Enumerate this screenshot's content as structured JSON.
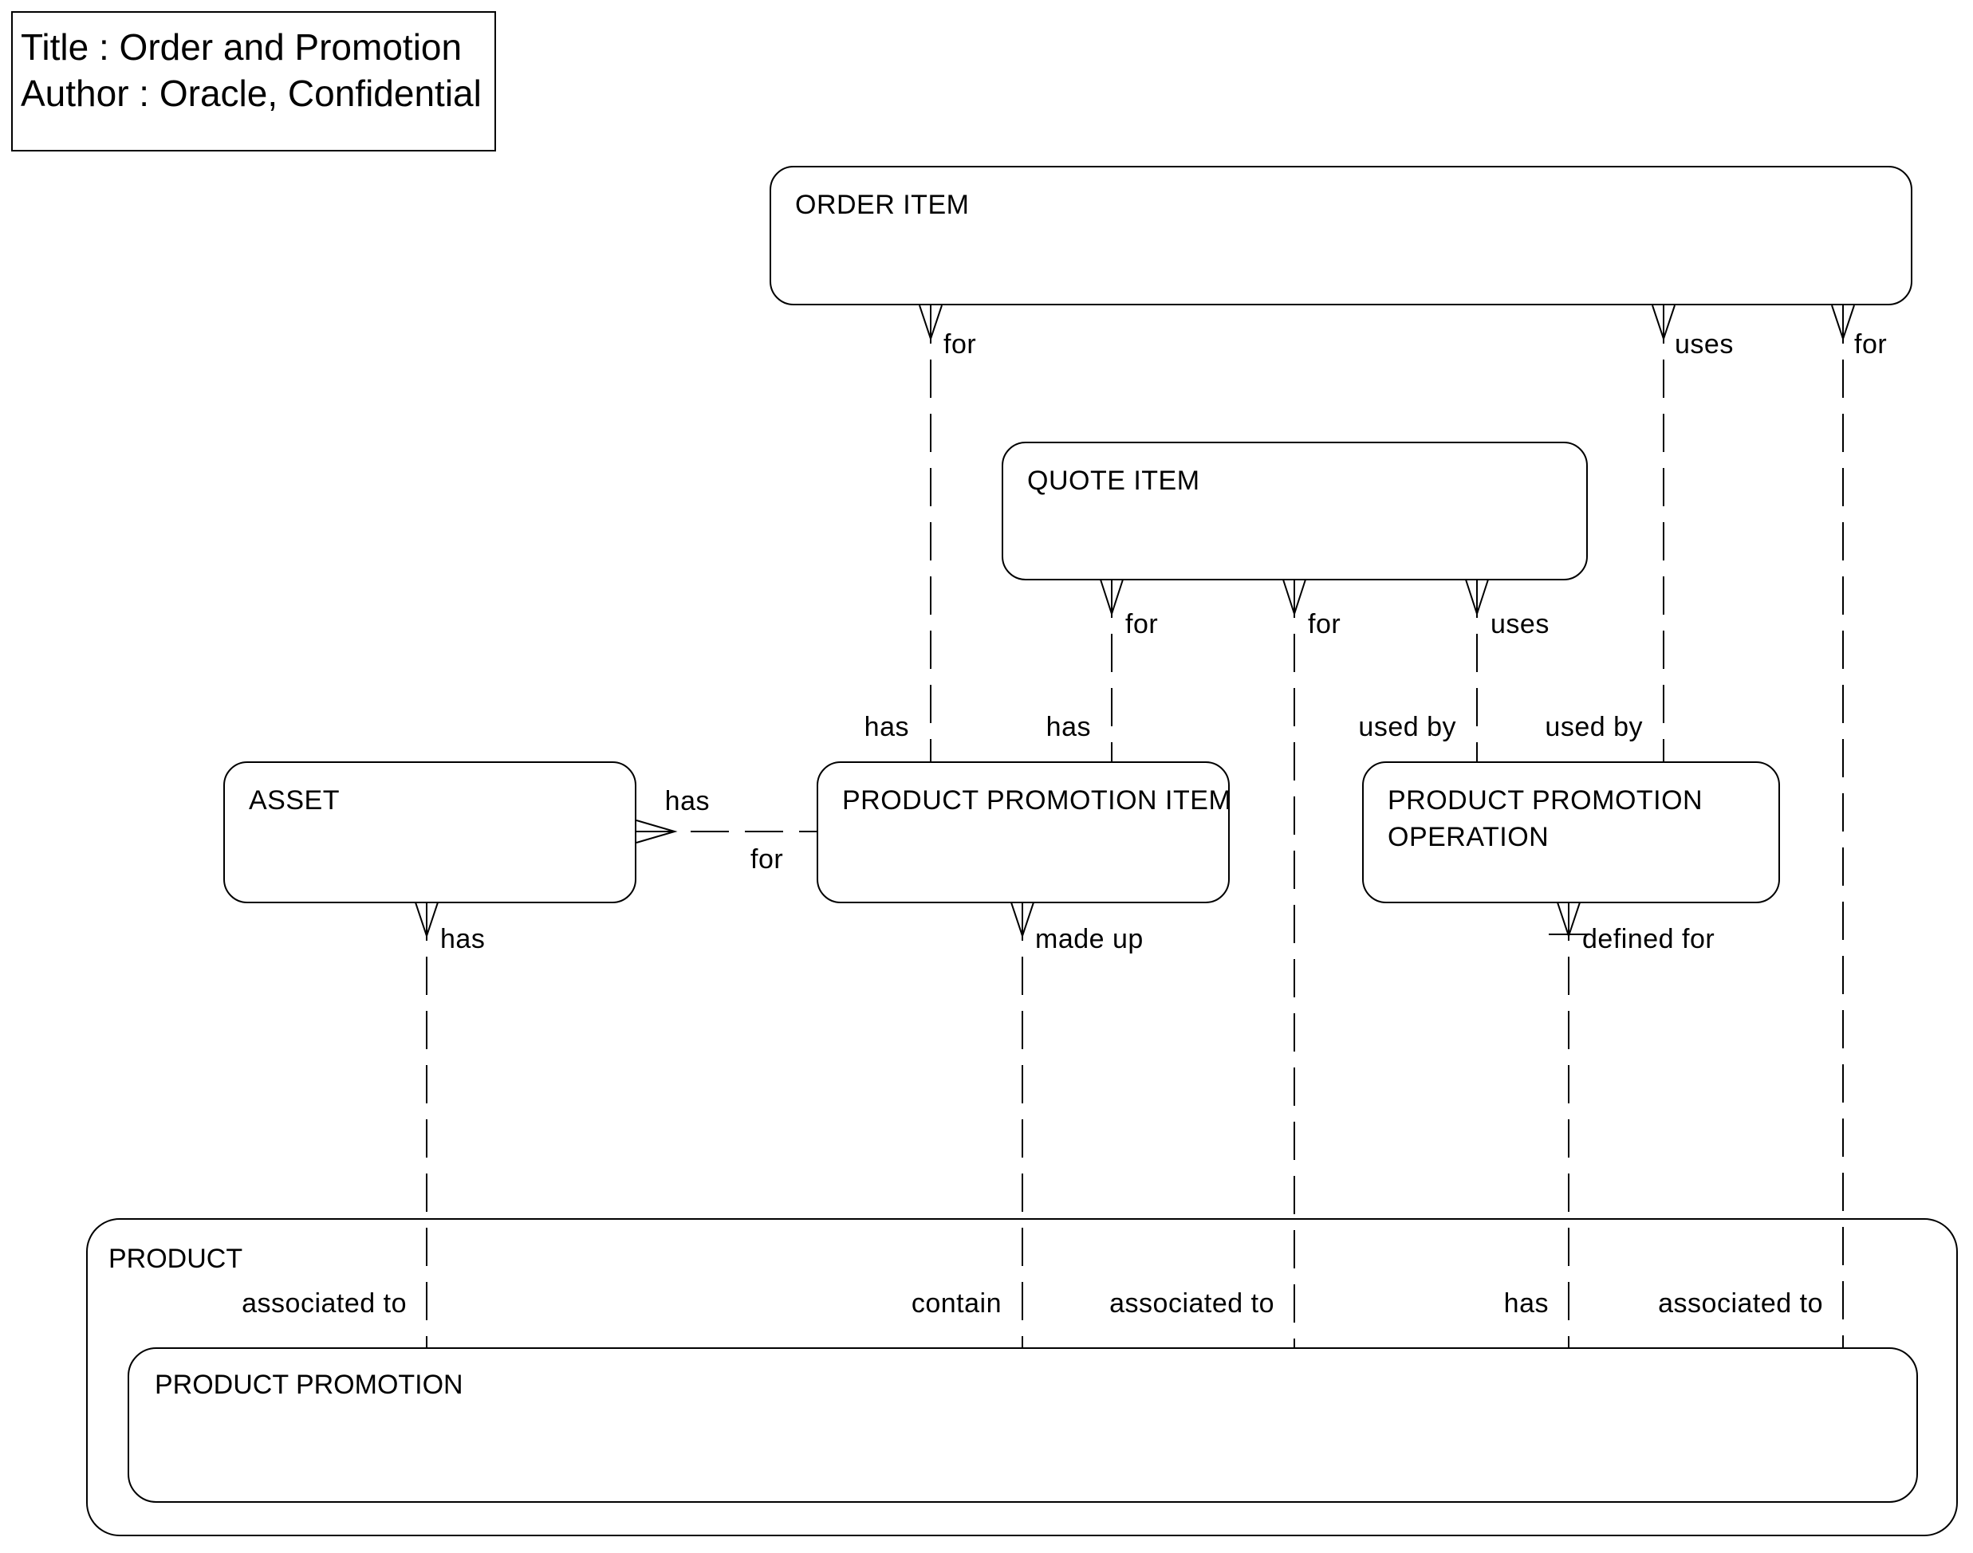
{
  "colors": {
    "background": "#ffffff",
    "stroke": "#000000",
    "text": "#000000"
  },
  "title_block": {
    "title_line": "Title : Order and Promotion",
    "author_line": "Author : Oracle, Confidential"
  },
  "entities": {
    "order_item": "ORDER ITEM",
    "quote_item": "QUOTE ITEM",
    "asset": "ASSET",
    "product_promotion_item": "PRODUCT PROMOTION ITEM",
    "product_promotion_operation": "PRODUCT PROMOTION OPERATION",
    "product": "PRODUCT",
    "product_promotion": "PRODUCT PROMOTION"
  },
  "relationship_labels": {
    "order_for_left": "for",
    "order_uses": "uses",
    "order_for_right": "for",
    "quote_for_left": "for",
    "quote_for_mid": "for",
    "quote_uses": "uses",
    "item_has_left": "has",
    "item_has_mid": "has",
    "op_used_by_left": "used by",
    "op_used_by_right": "used by",
    "asset_has_side": "has",
    "item_for_side": "for",
    "asset_has_bottom": "has",
    "item_made_up": "made up",
    "op_defined_for": "defined for",
    "promo_associated_left": "associated to",
    "promo_contain": "contain",
    "promo_associated_mid": "associated to",
    "promo_has": "has",
    "promo_associated_right": "associated to"
  },
  "relationships": [
    {
      "from": "ORDER ITEM",
      "to": "PRODUCT PROMOTION ITEM",
      "from_label": "for",
      "to_label": "has"
    },
    {
      "from": "ORDER ITEM",
      "to": "PRODUCT PROMOTION OPERATION",
      "from_label": "uses",
      "to_label": "used by"
    },
    {
      "from": "ORDER ITEM",
      "to": "PRODUCT PROMOTION",
      "from_label": "for",
      "to_label": "associated to"
    },
    {
      "from": "QUOTE ITEM",
      "to": "PRODUCT PROMOTION ITEM",
      "from_label": "for",
      "to_label": "has"
    },
    {
      "from": "QUOTE ITEM",
      "to": "PRODUCT PROMOTION",
      "from_label": "for",
      "to_label": "associated to"
    },
    {
      "from": "QUOTE ITEM",
      "to": "PRODUCT PROMOTION OPERATION",
      "from_label": "uses",
      "to_label": "used by"
    },
    {
      "from": "ASSET",
      "to": "PRODUCT PROMOTION ITEM",
      "from_label": "has",
      "to_label": "for"
    },
    {
      "from": "ASSET",
      "to": "PRODUCT PROMOTION",
      "from_label": "has",
      "to_label": "associated to"
    },
    {
      "from": "PRODUCT PROMOTION ITEM",
      "to": "PRODUCT PROMOTION",
      "from_label": "made up",
      "to_label": "contain"
    },
    {
      "from": "PRODUCT PROMOTION OPERATION",
      "to": "PRODUCT PROMOTION",
      "from_label": "defined for",
      "to_label": "has"
    }
  ]
}
